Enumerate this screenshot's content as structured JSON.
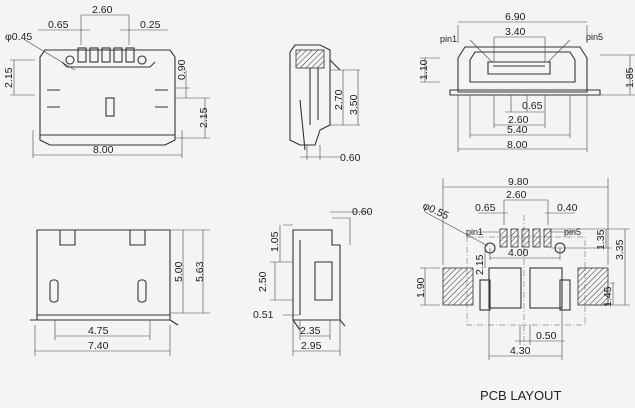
{
  "front_view": {
    "d_pitch_span": "2.60",
    "d_pitch": "0.65",
    "d_pin_width": "0.25",
    "d_hole": "φ0.45",
    "d_left_height": "2.15",
    "d_right_upper": "0.90",
    "d_right_lower": "2.15",
    "d_width": "8.00"
  },
  "side_view_top": {
    "d_inner": "2.70",
    "d_outer": "3.50",
    "d_bottom": "0.60"
  },
  "rear_view": {
    "d_width_top": "6.90",
    "d_pin_span": "3.40",
    "pin1_label": "pin1",
    "pin5_label": "pin5",
    "d_left": "1.10",
    "d_right": "1.85",
    "d_pitch": "0.65",
    "d_span": "2.60",
    "d_inner_width": "5.40",
    "d_width": "8.00"
  },
  "bottom_view": {
    "d_depth_inner": "5.00",
    "d_depth": "5.63",
    "d_tab_span": "4.75",
    "d_width": "7.40"
  },
  "side_view_bottom": {
    "d_top": "0.60",
    "d_upper": "1.05",
    "d_mid": "2.50",
    "d_low": "0.51",
    "d_base_inner": "2.35",
    "d_base": "2.95"
  },
  "pcb_layout": {
    "title": "PCB LAYOUT",
    "d_total_width": "9.80",
    "d_hole": "φ0.55",
    "d_pitch": "0.65",
    "d_pad_span": "2.60",
    "d_pad_width": "0.40",
    "pin1_label": "pin1",
    "pin5_label": "pin5",
    "d_pad_len": "1.35",
    "d_pad_to_center": "3.35",
    "d_hole_to_pad": "2.15",
    "d_hole_span": "4.00",
    "d_tab_height": "1.90",
    "d_tab_offset": "1.45",
    "d_center_offset": "0.50",
    "d_inner_span": "4.30"
  }
}
